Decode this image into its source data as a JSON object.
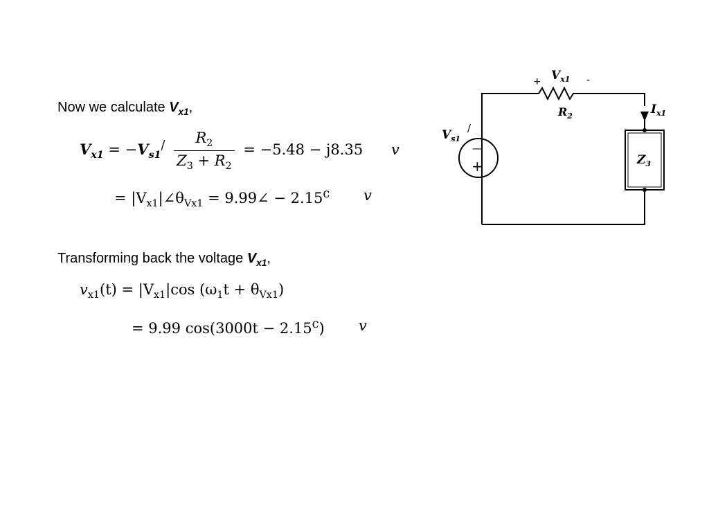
{
  "text": {
    "intro_prefix": "Now we calculate ",
    "intro_var_main": "V",
    "intro_var_sub": "x1",
    "intro_suffix": ",",
    "transform_prefix": "Transforming back the voltage ",
    "transform_var_main": "V",
    "transform_var_sub": "x1",
    "transform_suffix": ","
  },
  "equations": {
    "eq1_lhs": "V",
    "eq1_lhs_sub": "x1",
    "eq1_eq": " = −",
    "eq1_vs": "V",
    "eq1_vs_sub": "s1",
    "eq1_mark": "/",
    "eq1_num": "R",
    "eq1_num_sub": "2",
    "eq1_den_a": "Z",
    "eq1_den_a_sub": "3",
    "eq1_den_plus": " + ",
    "eq1_den_b": "R",
    "eq1_den_b_sub": "2",
    "eq1_rhs": "= −5.48 − j8.35",
    "eq1_unit": "v",
    "eq2_text_a": "= |V",
    "eq2_sub_a": "x1",
    "eq2_text_b": "|∠θ",
    "eq2_sub_b": "Vx1",
    "eq2_text_c": " = 9.99∠ − 2.15",
    "eq2_sup": "c",
    "eq2_unit": "v",
    "eq3_text_a": "v",
    "eq3_sub_a": "x1",
    "eq3_text_b": "(t) = |V",
    "eq3_sub_b": "x1",
    "eq3_text_c": "|cos (ω",
    "eq3_sub_c": "1",
    "eq3_text_d": "t + θ",
    "eq3_sub_d": "Vx1",
    "eq3_text_e": ")",
    "eq4_text_a": "= 9.99 cos(3000t − 2.15",
    "eq4_sup": "c",
    "eq4_text_b": ")",
    "eq4_unit": "v"
  },
  "circuit": {
    "plus_sign": "+",
    "minus_sign": "-",
    "vx_label": "V",
    "vx_sub": "x1",
    "r_label": "R",
    "r_sub": "2",
    "i_label": "I",
    "i_sub": "x1",
    "vs_label": "V",
    "vs_sub": "s1",
    "vs_mark": "/",
    "z_label": "Z",
    "z_sub": "3",
    "source_minus": "—",
    "source_plus": "+"
  }
}
